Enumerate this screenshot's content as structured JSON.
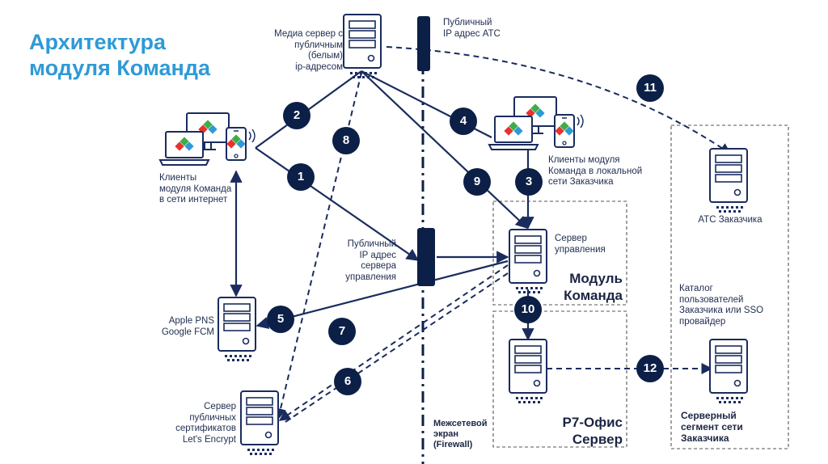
{
  "title": "Архитектура\nмодуля Команда",
  "labels": {
    "media_server": "Медиа сервер с\nпубличным (белым)\nip-адресом",
    "public_ip_ats": "Публичный\nIP адрес АТС",
    "clients_internet": "Клиенты\nмодуля Команда\nв сети интернет",
    "clients_local": "Клиенты модуля\nКоманда в локальной\nсети Заказчика",
    "ats_customer": "АТС Заказчика",
    "public_ip_mgmt": "Публичный\nIP адрес\nсервера\nуправления",
    "mgmt_server": "Сервер\nуправления",
    "module": "Модуль\nКоманда",
    "apple": "Apple PNS\nGoogle FCM",
    "catalog": "Каталог\nпользователей\nЗаказчика или SSO\nпровайдер",
    "p7": "Р7-Офис\nСервер",
    "cert_server": "Сервер\nпубличных\nсертификатов\nLet's Encrypt",
    "firewall": "Межсетевой\nэкран\n(Firewall)",
    "server_segment": "Серверный\nсегмент сети\nЗаказчика"
  },
  "badges": [
    "1",
    "2",
    "3",
    "4",
    "5",
    "6",
    "7",
    "8",
    "9",
    "10",
    "11",
    "12"
  ],
  "colors": {
    "title": "#2f9ad6",
    "navy": "#0c1f47",
    "line": "#1a2c5e",
    "accent_green": "#3dae49",
    "accent_red": "#e8322d",
    "accent_blue": "#2f9ad6",
    "accent_orange": "#f3a21c"
  }
}
